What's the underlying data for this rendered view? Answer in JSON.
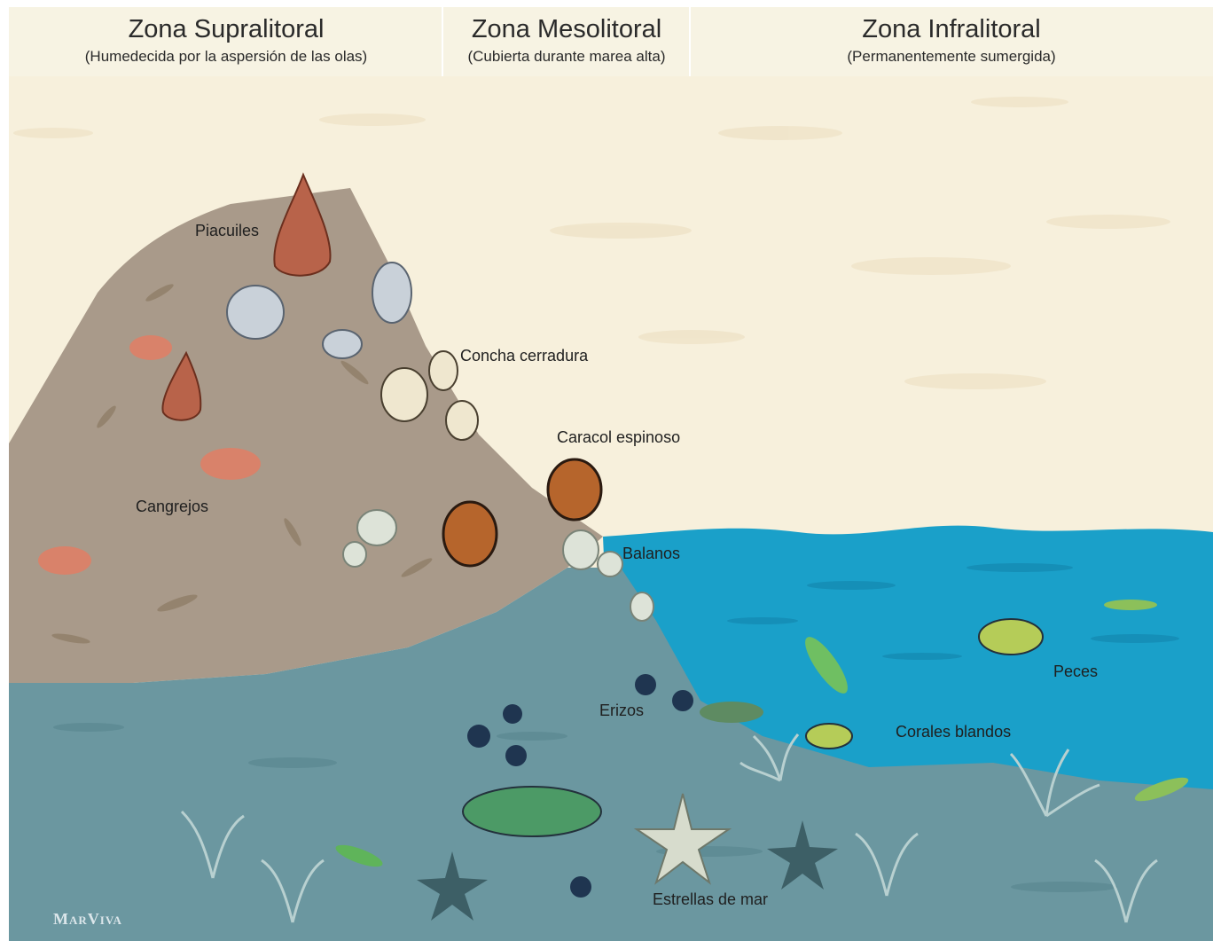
{
  "zones": [
    {
      "title": "Zona Supralitoral",
      "subtitle": "(Humedecida por la aspersión de las olas)"
    },
    {
      "title": "Zona Mesolitoral",
      "subtitle": "(Cubierta durante marea alta)"
    },
    {
      "title": "Zona Infralitoral",
      "subtitle": "(Permanentemente sumergida)"
    }
  ],
  "labels": {
    "piacuiles": "Piacuiles",
    "concha": "Concha cerradura",
    "caracol": "Caracol espinoso",
    "cangrejos": "Cangrejos",
    "balanos": "Balanos",
    "erizos": "Erizos",
    "peces": "Peces",
    "corales": "Corales blandos",
    "estrellas": "Estrellas de mar"
  },
  "logo": "MarViva",
  "colors": {
    "sky": "#f7f3e3",
    "rock": "#a99a8a",
    "ocean": "#1aa0c9",
    "seabed": "#6b97a0"
  }
}
